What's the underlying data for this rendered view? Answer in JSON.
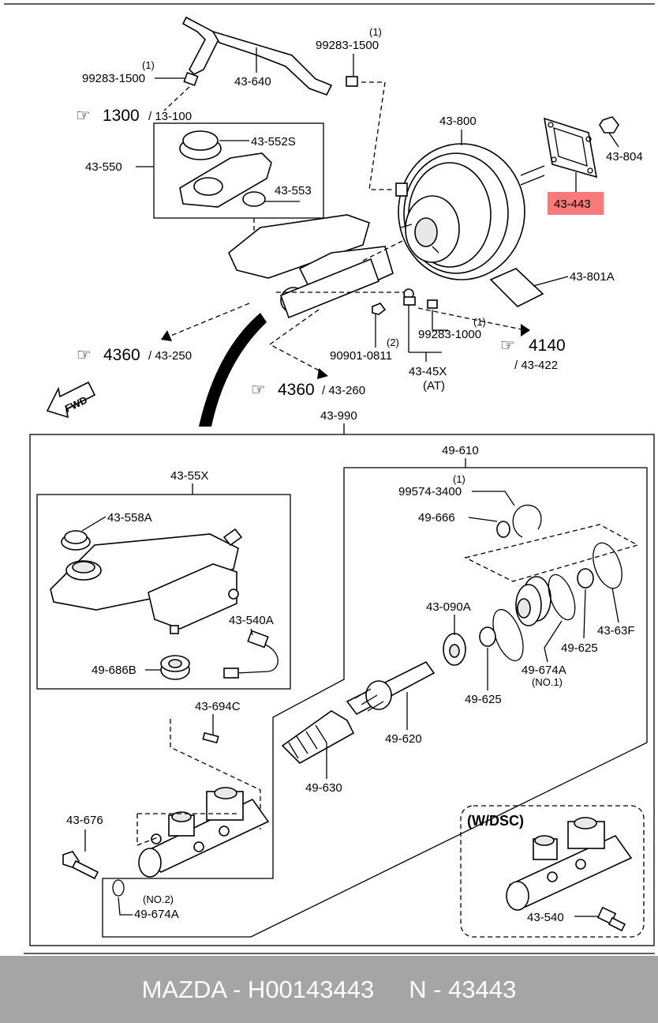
{
  "diagram": {
    "refs": {
      "r1300": {
        "num": "1300",
        "sub": "/ 13-100"
      },
      "r4360a": {
        "num": "4360",
        "sub": "/ 43-250"
      },
      "r4360b": {
        "num": "4360",
        "sub": "/ 43-260"
      },
      "r4140": {
        "num": "4140",
        "sub": "/ 43-422"
      }
    },
    "labels": {
      "p99283_1500_left": "99283-1500",
      "p99283_1500_left_qty": "(1)",
      "p43_640": "43-640",
      "p99283_1500_right": "99283-1500",
      "p99283_1500_right_qty": "(1)",
      "p43_800": "43-800",
      "p43_804": "43-804",
      "p43_443": "43-443",
      "p43_550": "43-550",
      "p43_552S": "43-552S",
      "p43_553": "43-553",
      "p43_801A": "43-801A",
      "p99283_1000": "99283-1000",
      "p99283_1000_qty": "(1)",
      "p90901_0811": "90901-0811",
      "p90901_0811_qty": "(2)",
      "p43_45X": "43-45X",
      "p43_45X_note": "(AT)",
      "p43_990": "43-990",
      "fwd": "FWD",
      "p43_55X": "43-55X",
      "p43_558A": "43-558A",
      "p43_540A": "43-540A",
      "p49_686B": "49-686B",
      "p49_610": "49-610",
      "p99574_3400": "99574-3400",
      "p99574_3400_qty": "(1)",
      "p49_666": "49-666",
      "p43_090A": "43-090A",
      "p43_63F": "43-63F",
      "p49_625_a": "49-625",
      "p49_625_b": "49-625",
      "p49_674A_no1": "49-674A",
      "p49_674A_no1_note": "(NO.1)",
      "p49_620": "49-620",
      "p49_630": "49-630",
      "p43_694C": "43-694C",
      "p43_676": "43-676",
      "p49_674A_no2": "49-674A",
      "p49_674A_no2_note": "(NO.2)",
      "wdsc": "(W/DSC)",
      "p43_540": "43-540"
    },
    "highlight_color": "#f77b7b"
  },
  "footer": {
    "brand_part": "MAZDA - H00143443",
    "oem_part": "N - 43443",
    "background": "#a5a5a5"
  }
}
